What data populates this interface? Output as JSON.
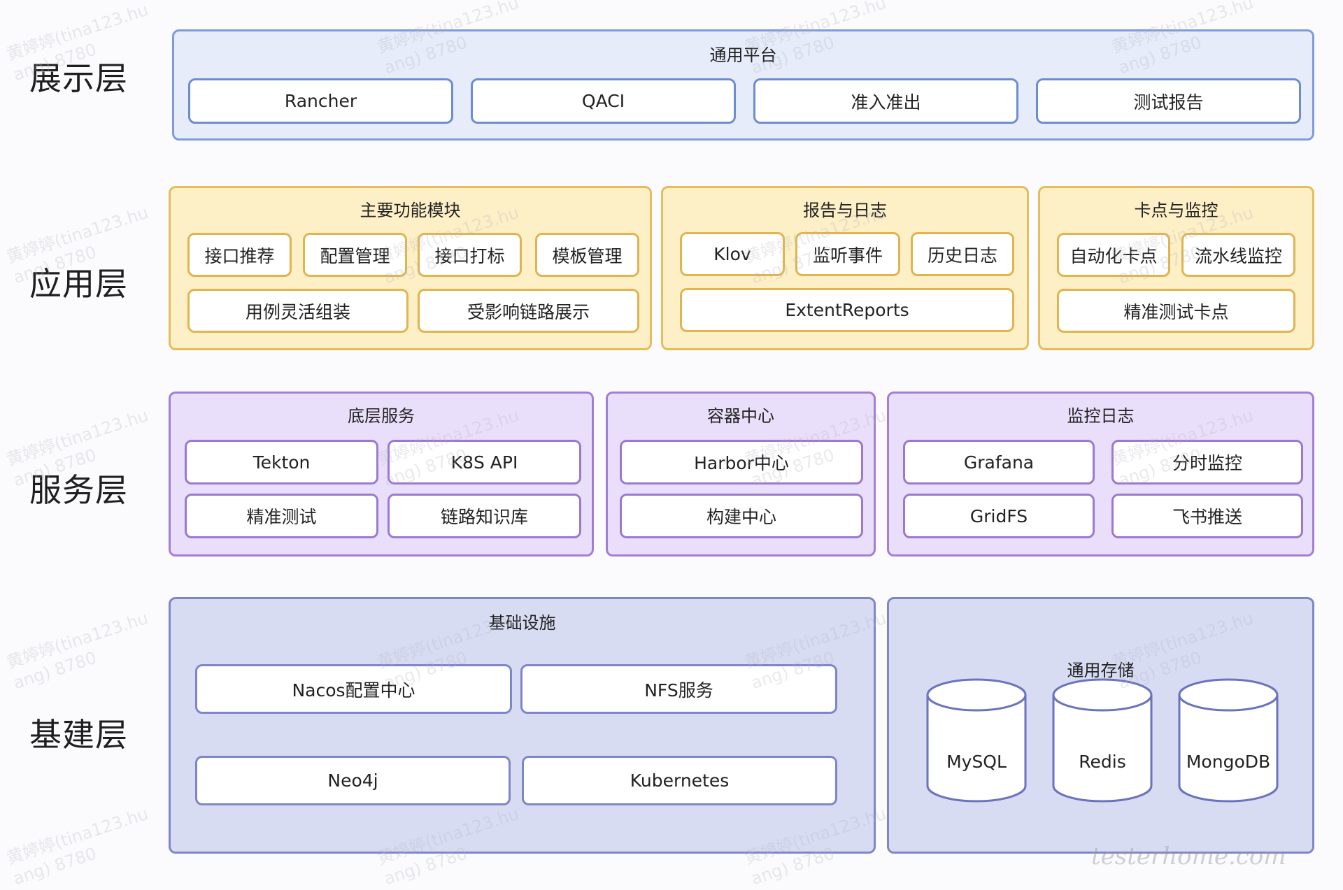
{
  "layers": {
    "presentation": "展示层",
    "application": "应用层",
    "service": "服务层",
    "infrastructure": "基建层"
  },
  "presentation": {
    "title": "通用平台",
    "items": [
      "Rancher",
      "QACI",
      "准入准出",
      "测试报告"
    ]
  },
  "application": {
    "modules": {
      "title": "主要功能模块",
      "items": [
        "接口推荐",
        "配置管理",
        "接口打标",
        "模板管理",
        "用例灵活组装",
        "受影响链路展示"
      ]
    },
    "reports": {
      "title": "报告与日志",
      "items": [
        "Klov",
        "监听事件",
        "历史日志",
        "ExtentReports"
      ]
    },
    "gates": {
      "title": "卡点与监控",
      "items": [
        "自动化卡点",
        "流水线监控",
        "精准测试卡点"
      ]
    }
  },
  "service": {
    "base": {
      "title": "底层服务",
      "items": [
        "Tekton",
        "K8S API",
        "精准测试",
        "链路知识库"
      ]
    },
    "container": {
      "title": "容器中心",
      "items": [
        "Harbor中心",
        "构建中心"
      ]
    },
    "monitor": {
      "title": "监控日志",
      "items": [
        "Grafana",
        "分时监控",
        "GridFS",
        "飞书推送"
      ]
    }
  },
  "infrastructure": {
    "base": {
      "title": "基础设施",
      "items": [
        "Nacos配置中心",
        "NFS服务",
        "Neo4j",
        "Kubernetes"
      ]
    },
    "storage": {
      "title": "通用存储",
      "items": [
        "MySQL",
        "Redis",
        "MongoDB"
      ]
    }
  },
  "watermark": {
    "line1": "黄婷婷(tina123.hu",
    "line2": "ang) 8780"
  },
  "signature": "testerhome.com",
  "colors": {
    "presentation_bg": "#e6ecfa",
    "application_bg": "#fdefc6",
    "service_bg": "#eadffb",
    "infrastructure_bg": "#d8dcf3"
  }
}
